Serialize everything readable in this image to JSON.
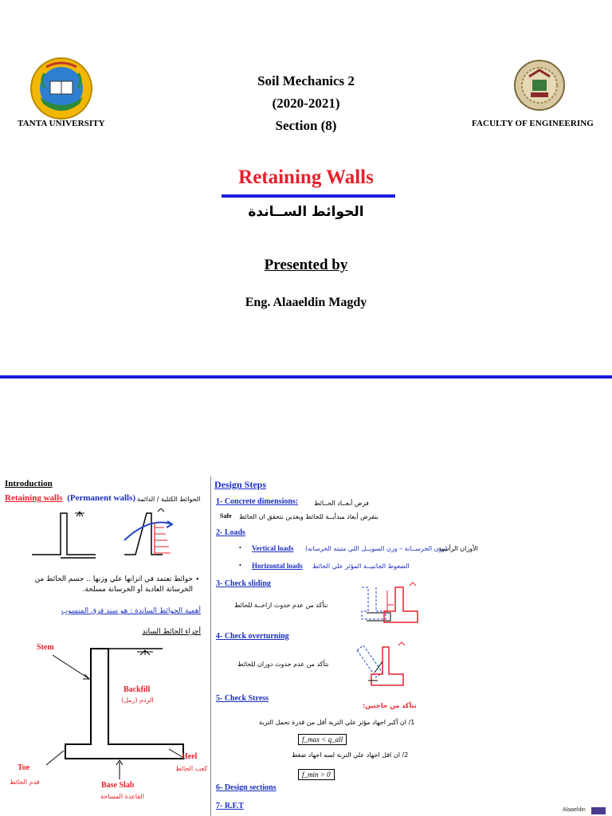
{
  "slide1": {
    "left_university": "TANTA UNIVERSITY",
    "right_faculty": "FACULTY OF ENGINEERING",
    "course_line1": "Soil Mechanics 2",
    "course_line2": "(2020-2021)",
    "course_line3": "Section (8)",
    "title": "Retaining Walls",
    "title_arabic": "الحوائط الســاندة",
    "presented_by": "Presented by",
    "presenter": "Eng. Alaaeldin Magdy",
    "colors": {
      "title": "#e8202a",
      "accent_bar": "#1d1de0"
    }
  },
  "slide2": {
    "left": {
      "introduction": "Introduction",
      "retaining_walls": "Retaining walls",
      "permanent_walls": "(Permanent walls)",
      "arabic_types": "الحوائط الكتلية / الدائمة",
      "bullet_arabic_1": "حوائط تعتمد في اتزانها علي وزنها .. جسم الحائط من",
      "bullet_arabic_2": "الخرسانة العادية أو الخرسانة مسلحة.",
      "importance": "أهمية الحوائط الساندة : هو سند فرق المنسوب",
      "parts": "أجزاء الحائط الساند",
      "labels": {
        "stem": "Stem",
        "backfill": "Backfill",
        "backfill_ar": "الردم (رمل)",
        "heel": "Heel",
        "heel_ar": "كعب الحائط",
        "toe": "Toe",
        "toe_ar": "قدم الحائط",
        "base_slab": "Base Slab",
        "base_slab_ar": "القاعدة المساحة"
      }
    },
    "right": {
      "design_steps": "Design Steps",
      "step1": "1- Concrete dimensions:",
      "step1_ar": "فرض أبعــاد الحــائط",
      "step1_note_ar": "بنفرض أبعاد مبدأيــة للحائط ويعدين نتحقق ان الحائط",
      "step1_safe": "Safe",
      "step2": "2- Loads",
      "vertical_loads": "Vertical loads",
      "vertical_ar": "(وزن الخرســانة – وزن السويــل اللي متبته الخرسانه)",
      "vertical_title_ar": "الأوزان الرأسية",
      "horizontal_loads": "Horizontal loads",
      "horizontal_ar": "الضغوط الجانبيــة المؤثر علي الحائط",
      "step3": "3- Check sliding",
      "step3_ar": "نتأكد من عدم حدوث ازاحــة للحائط",
      "step4": "4- Check overturning",
      "step4_ar": "نتأكد من عدم حدوث دوران للحائط",
      "step5": "5- Check Stress",
      "step5_ar_title": "نتأكد من حاجتين:",
      "stress1_ar": "1/ ان أكبر اجهاد مؤثر علي التربة أقل من قدرة تحمل التربة",
      "stress1_formula": "f_max < q_all",
      "stress2_ar": "2/ ان اقل اجهاد علي التربة لسه اجهاد ضغط",
      "stress2_formula": "f_min > 0",
      "step6": "6- Design sections",
      "step7": "7- R.F.T",
      "watermark": "Alaaeldin"
    }
  }
}
